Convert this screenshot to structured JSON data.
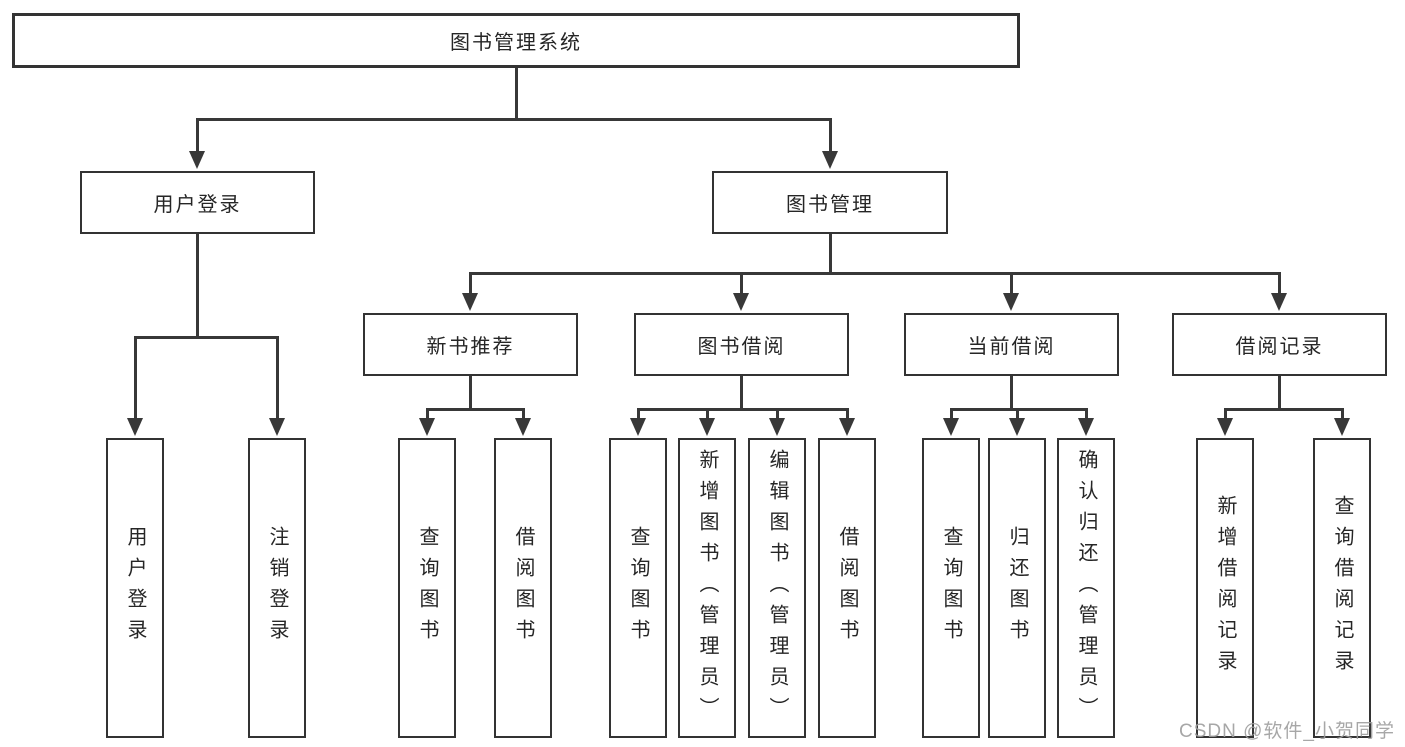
{
  "diagram": {
    "title": "图书管理系统",
    "nodes": {
      "root": {
        "label": "图书管理系统",
        "level": 1
      },
      "user_login": {
        "label": "用户登录",
        "level": 2
      },
      "book_mgmt": {
        "label": "图书管理",
        "level": 2
      },
      "new_book_rec": {
        "label": "新书推荐",
        "level": 3
      },
      "book_borrow": {
        "label": "图书借阅",
        "level": 3
      },
      "current_borrow": {
        "label": "当前借阅",
        "level": 3
      },
      "borrow_records": {
        "label": "借阅记录",
        "level": 3
      },
      "leaf_user_login": {
        "label": "用户登录",
        "level": 4
      },
      "leaf_logout": {
        "label": "注销登录",
        "level": 4
      },
      "leaf_query_books_new": {
        "label": "查询图书",
        "level": 4
      },
      "leaf_borrow_books_new": {
        "label": "借阅图书",
        "level": 4
      },
      "leaf_query_books_borrow": {
        "label": "查询图书",
        "level": 4
      },
      "leaf_add_book": {
        "label": "新增图书（管理员）",
        "level": 4
      },
      "leaf_edit_book": {
        "label": "编辑图书（管理员）",
        "level": 4
      },
      "leaf_borrow_books_borrow": {
        "label": "借阅图书",
        "level": 4
      },
      "leaf_query_books_current": {
        "label": "查询图书",
        "level": 4
      },
      "leaf_return_book": {
        "label": "归还图书",
        "level": 4
      },
      "leaf_confirm_return": {
        "label": "确认归还（管理员）",
        "level": 4
      },
      "leaf_add_record": {
        "label": "新增借阅记录",
        "level": 4
      },
      "leaf_query_record": {
        "label": "查询借阅记录",
        "level": 4
      }
    },
    "edges": [
      {
        "from": "root",
        "to": "user_login"
      },
      {
        "from": "root",
        "to": "book_mgmt"
      },
      {
        "from": "user_login",
        "to": "leaf_user_login"
      },
      {
        "from": "user_login",
        "to": "leaf_logout"
      },
      {
        "from": "book_mgmt",
        "to": "new_book_rec"
      },
      {
        "from": "book_mgmt",
        "to": "book_borrow"
      },
      {
        "from": "book_mgmt",
        "to": "current_borrow"
      },
      {
        "from": "book_mgmt",
        "to": "borrow_records"
      },
      {
        "from": "new_book_rec",
        "to": "leaf_query_books_new"
      },
      {
        "from": "new_book_rec",
        "to": "leaf_borrow_books_new"
      },
      {
        "from": "book_borrow",
        "to": "leaf_query_books_borrow"
      },
      {
        "from": "book_borrow",
        "to": "leaf_add_book"
      },
      {
        "from": "book_borrow",
        "to": "leaf_edit_book"
      },
      {
        "from": "book_borrow",
        "to": "leaf_borrow_books_borrow"
      },
      {
        "from": "current_borrow",
        "to": "leaf_query_books_current"
      },
      {
        "from": "current_borrow",
        "to": "leaf_return_book"
      },
      {
        "from": "current_borrow",
        "to": "leaf_confirm_return"
      },
      {
        "from": "borrow_records",
        "to": "leaf_add_record"
      },
      {
        "from": "borrow_records",
        "to": "leaf_query_record"
      }
    ]
  },
  "watermark": {
    "text": "CSDN @软件_小贺同学"
  },
  "colors": {
    "background": "#ffffff",
    "box_border": "#333333",
    "line": "#383838",
    "text": "#262626",
    "watermark": "#9e9e9e"
  }
}
